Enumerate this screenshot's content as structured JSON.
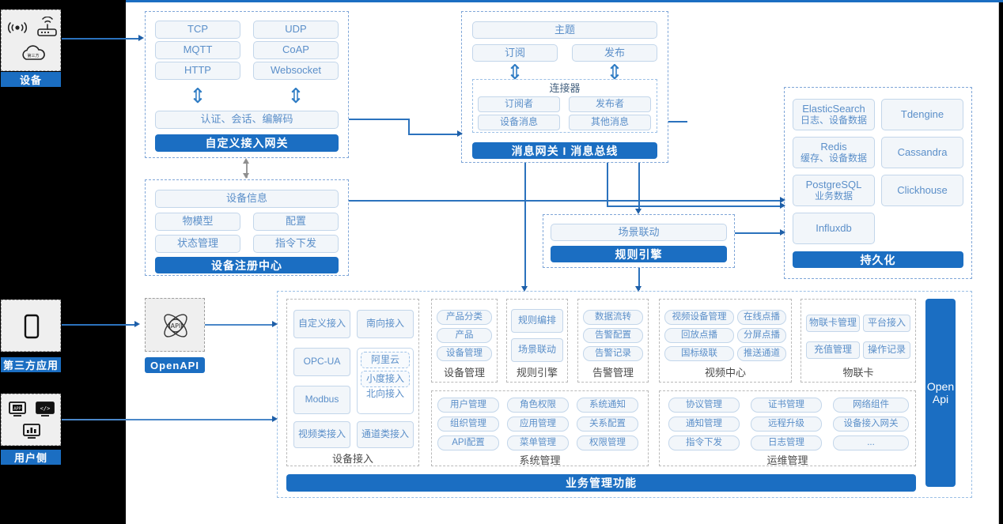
{
  "theme": {
    "accent": "#1b6ec2",
    "pill_text": "#5b8fc9",
    "pill_bg": "#f2f6fa",
    "pill_border": "#c3d6ea",
    "group_border": "#7fa6d8",
    "canvas_bg": "#ffffff",
    "page_bg": "#000000"
  },
  "left_rail": {
    "items": [
      {
        "label": "设备",
        "icons": [
          "wifi-signal-icon",
          "router-icon",
          "cloud-icon"
        ]
      },
      {
        "label": "第三方应用",
        "icons": [
          "mobile-phone-icon"
        ]
      },
      {
        "label": "用户侧",
        "icons": [
          "app-window-icon",
          "code-window-icon",
          "dashboard-chart-icon"
        ]
      }
    ]
  },
  "access_gateway": {
    "protocols": [
      "TCP",
      "UDP",
      "MQTT",
      "CoAP",
      "HTTP",
      "Websocket"
    ],
    "middle": "认证、会话、编解码",
    "title": "自定义接入网关"
  },
  "message_gateway": {
    "topic": "主题",
    "subscribe": "订阅",
    "publish": "发布",
    "connector": {
      "title": "连接器",
      "items": [
        "订阅者",
        "发布者",
        "设备消息",
        "其他消息"
      ]
    },
    "title": "消息网关 I 消息总线"
  },
  "device_registry": {
    "info": "设备信息",
    "items": [
      "物模型",
      "配置",
      "状态管理",
      "指令下发"
    ],
    "title": "设备注册中心"
  },
  "rule_engine": {
    "scene": "场景联动",
    "title": "规则引擎"
  },
  "persistence": {
    "stores": [
      {
        "name": "ElasticSearch",
        "sub": "日志、设备数据"
      },
      {
        "name": "Tdengine",
        "sub": ""
      },
      {
        "name": "Redis",
        "sub": "缓存、设备数据"
      },
      {
        "name": "Cassandra",
        "sub": ""
      },
      {
        "name": "PostgreSQL",
        "sub": "业务数据"
      },
      {
        "name": "Clickhouse",
        "sub": ""
      },
      {
        "name": "Influxdb",
        "sub": ""
      }
    ],
    "title": "持久化"
  },
  "openapi": {
    "icon": "api-atom-icon",
    "label": "OpenAPI"
  },
  "open_api_bar": {
    "line1": "Open",
    "line2": "Api"
  },
  "business": {
    "title": "业务管理功能",
    "groups": [
      {
        "caption": "设备接入",
        "layout": "access",
        "left": [
          "自定义接入",
          "OPC-UA",
          "Modbus",
          "视频类接入"
        ],
        "right_top": "南向接入",
        "right_nested": [
          "阿里云",
          "小度接入"
        ],
        "right_nested_caption": "北向接入",
        "right_bottom": "通道类接入"
      },
      {
        "caption": "设备管理",
        "items": [
          "产品分类",
          "产品",
          "设备管理"
        ],
        "cols": 1
      },
      {
        "caption": "规则引擎",
        "items": [
          "规则编排",
          "场景联动"
        ],
        "cols": 1
      },
      {
        "caption": "告警管理",
        "items": [
          "数据流转",
          "告警配置",
          "告警记录"
        ],
        "cols": 1
      },
      {
        "caption": "视频中心",
        "items": [
          "视频设备管理",
          "在线点播",
          "回放点播",
          "分屏点播",
          "国标级联",
          "推送通道"
        ],
        "cols": 2
      },
      {
        "caption": "物联卡",
        "items": [
          "物联卡管理",
          "平台接入",
          "充值管理",
          "操作记录"
        ],
        "cols": 2
      },
      {
        "caption": "系统管理",
        "items": [
          "用户管理",
          "角色权限",
          "系统通知",
          "组织管理",
          "应用管理",
          "关系配置",
          "API配置",
          "菜单管理",
          "权限管理"
        ],
        "cols": 3
      },
      {
        "caption": "运维管理",
        "items": [
          "协议管理",
          "证书管理",
          "网络组件",
          "通知管理",
          "远程升级",
          "设备接入网关",
          "指令下发",
          "日志管理",
          "..."
        ],
        "cols": 3
      }
    ]
  },
  "glyphs": {
    "double_arrow": "⇕"
  }
}
